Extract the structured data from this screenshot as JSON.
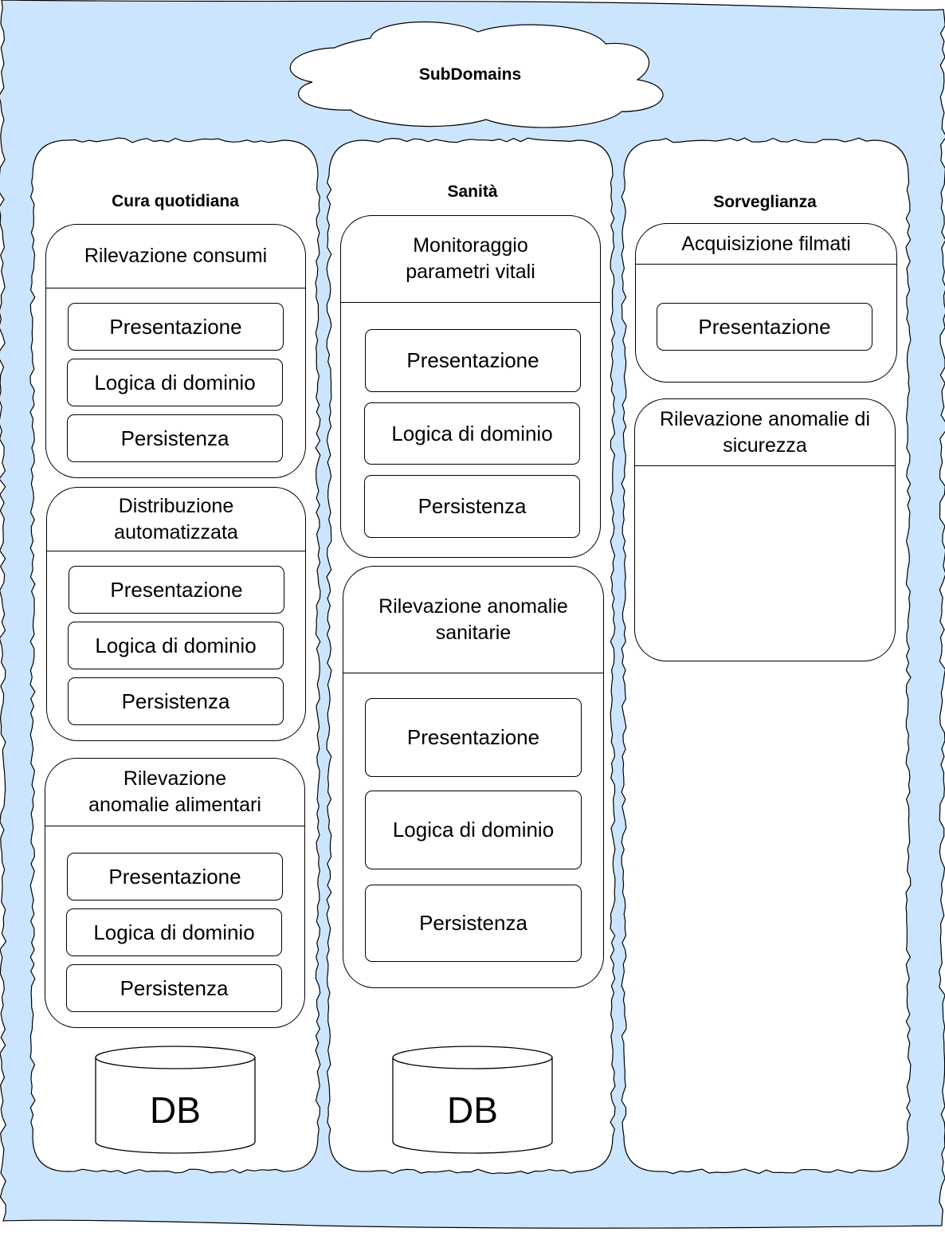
{
  "colors": {
    "background": "#cce5ff",
    "panel": "#ffffff",
    "stroke": "#000000"
  },
  "title": "SubDomains",
  "columns": [
    {
      "title": "Cura quotidiana",
      "subdomains": [
        {
          "name": "Rilevazione consumi",
          "layers": [
            "Presentazione",
            "Logica di dominio",
            "Persistenza"
          ]
        },
        {
          "name": "Distribuzione automatizzata",
          "layers": [
            "Presentazione",
            "Logica di dominio",
            "Persistenza"
          ]
        },
        {
          "name": "Rilevazione anomalie alimentari",
          "layers": [
            "Presentazione",
            "Logica di dominio",
            "Persistenza"
          ]
        }
      ],
      "db": "DB"
    },
    {
      "title": "Sanità",
      "subdomains": [
        {
          "name": "Monitoraggio parametri vitali",
          "layers": [
            "Presentazione",
            "Logica di dominio",
            "Persistenza"
          ]
        },
        {
          "name": "Rilevazione anomalie sanitarie",
          "layers": [
            "Presentazione",
            "Logica di dominio",
            "Persistenza"
          ]
        }
      ],
      "db": "DB"
    },
    {
      "title": "Sorveglianza",
      "subdomains": [
        {
          "name": "Acquisizione filmati",
          "layers": [
            "Presentazione"
          ]
        },
        {
          "name": "Rilevazione anomalie di sicurezza",
          "layers": []
        }
      ]
    }
  ]
}
